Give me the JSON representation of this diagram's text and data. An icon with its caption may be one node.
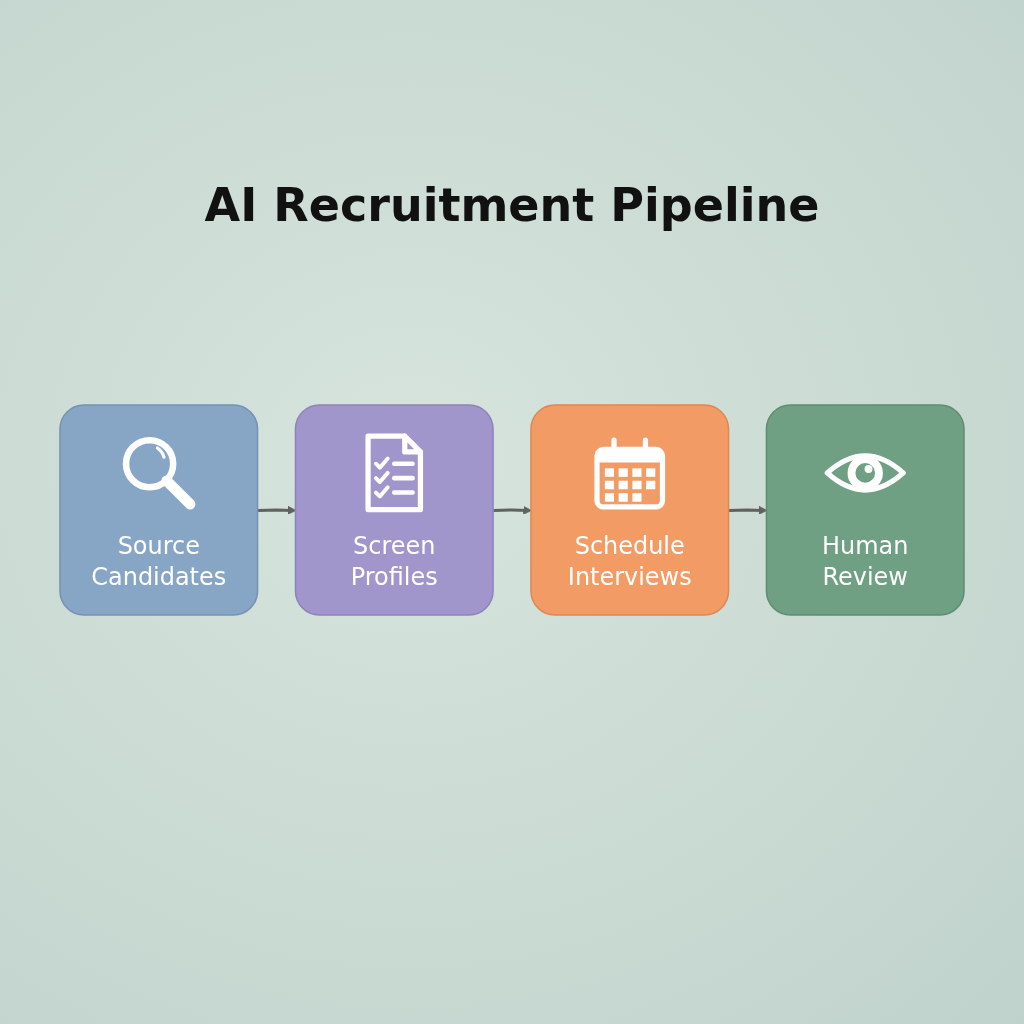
{
  "diagram": {
    "title": "AI Recruitment Pipeline",
    "nodes": [
      {
        "text": [
          "Source Candidates"
        ]
      },
      {
        "text": [
          "Screen Profiles"
        ]
      },
      {
        "text": [
          "Schedule Interviews"
        ]
      },
      {
        "text": [
          "Human Review"
        ]
      }
    ],
    "edges": [
      {
        "from": 0,
        "to": 1,
        "arrow": "to"
      },
      {
        "from": 1,
        "to": 2,
        "arrow": "to"
      },
      {
        "from": 2,
        "to": 3,
        "arrow": "to"
      }
    ]
  }
}
